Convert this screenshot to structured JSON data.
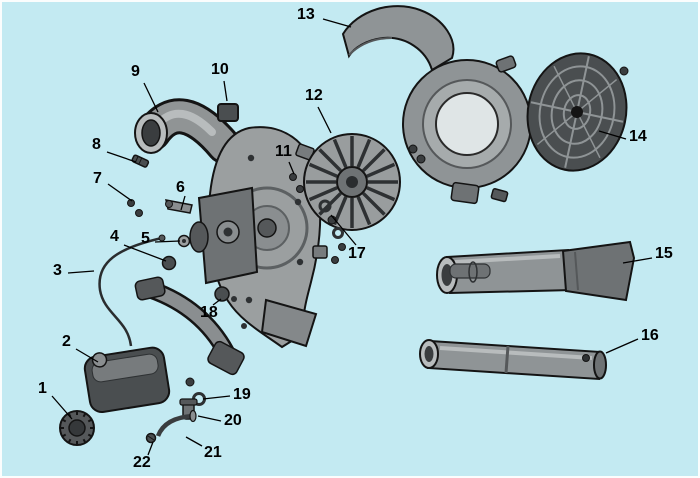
{
  "diagram": {
    "type": "exploded-parts-diagram",
    "subject": "handheld-blower-parts-breakdown",
    "background_color": "#c3eaf2",
    "palette": {
      "outline": "#141414",
      "part_light": "#b8bcbd",
      "part_mid": "#909495",
      "part_dark": "#55585a",
      "part_darker": "#3a3d3f",
      "hole_light": "#dfe5e6",
      "label": "#000000"
    },
    "callouts": [
      {
        "num": "1"
      },
      {
        "num": "2"
      },
      {
        "num": "3"
      },
      {
        "num": "4"
      },
      {
        "num": "5"
      },
      {
        "num": "6"
      },
      {
        "num": "7"
      },
      {
        "num": "8"
      },
      {
        "num": "9"
      },
      {
        "num": "10"
      },
      {
        "num": "11"
      },
      {
        "num": "12"
      },
      {
        "num": "13"
      },
      {
        "num": "14"
      },
      {
        "num": "15"
      },
      {
        "num": "16"
      },
      {
        "num": "17"
      },
      {
        "num": "18"
      },
      {
        "num": "19"
      },
      {
        "num": "20"
      },
      {
        "num": "21"
      },
      {
        "num": "22"
      }
    ]
  }
}
